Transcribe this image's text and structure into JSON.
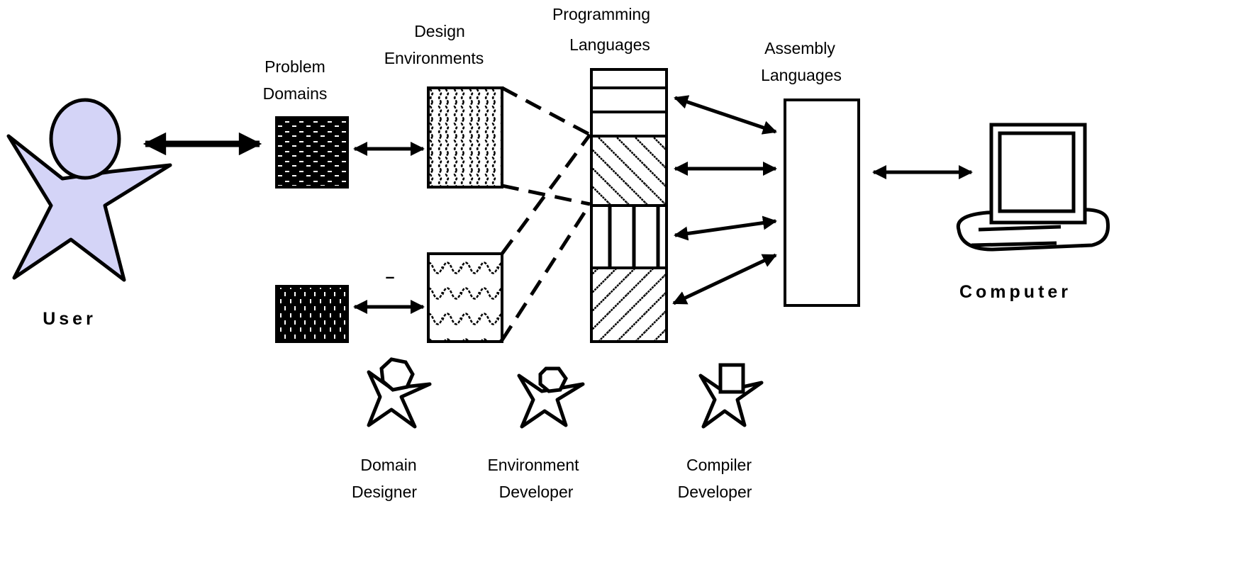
{
  "labels": {
    "programming_languages": [
      "Programming",
      "Languages"
    ],
    "design_environments": [
      "Design",
      "Environments"
    ],
    "problem_domains": [
      "Problem",
      "Domains"
    ],
    "assembly_languages": [
      "Assembly",
      "Languages"
    ],
    "user": "User",
    "computer": "Computer",
    "domain_designer": [
      "Domain",
      "Designer"
    ],
    "environment_developer": [
      "Environment",
      "Developer"
    ],
    "compiler_developer": [
      "Compiler",
      "Developer"
    ],
    "dash_mark": "–"
  },
  "colors": {
    "user_fill": "#d4d4f7",
    "stroke": "#000000",
    "background": "#ffffff"
  }
}
